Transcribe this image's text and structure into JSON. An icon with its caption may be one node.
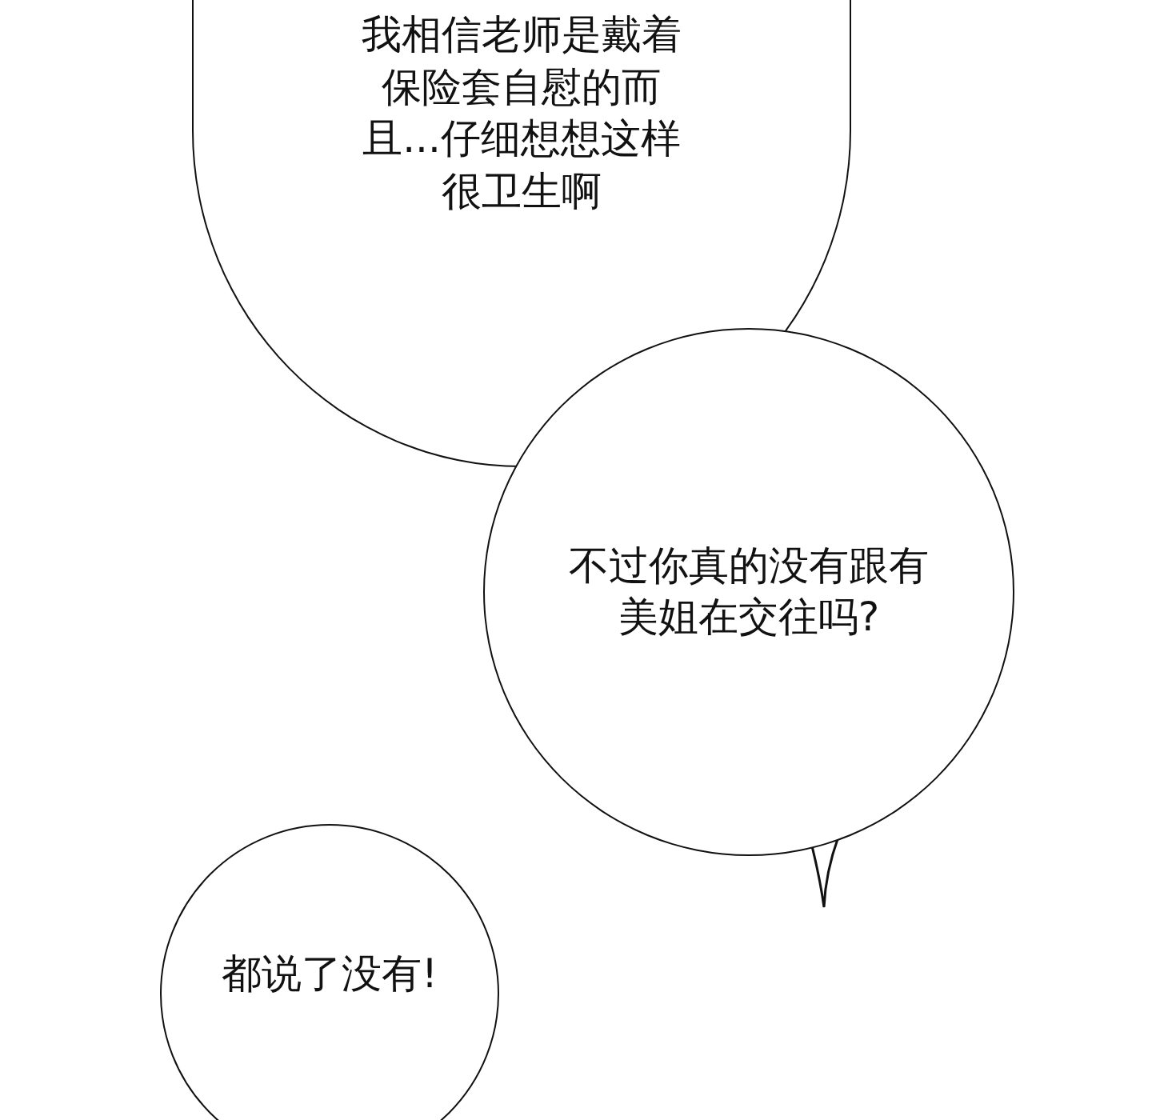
{
  "diagram": {
    "nodes": [
      {
        "text": [
          "我相信老师是戴着保险套自慰的而且...仔细想想这样很卫生啊"
        ]
      },
      {
        "text": [
          "不过你真的没有跟有美姐在交往吗?"
        ]
      },
      {
        "text": [
          "都说了没有!"
        ]
      }
    ]
  }
}
